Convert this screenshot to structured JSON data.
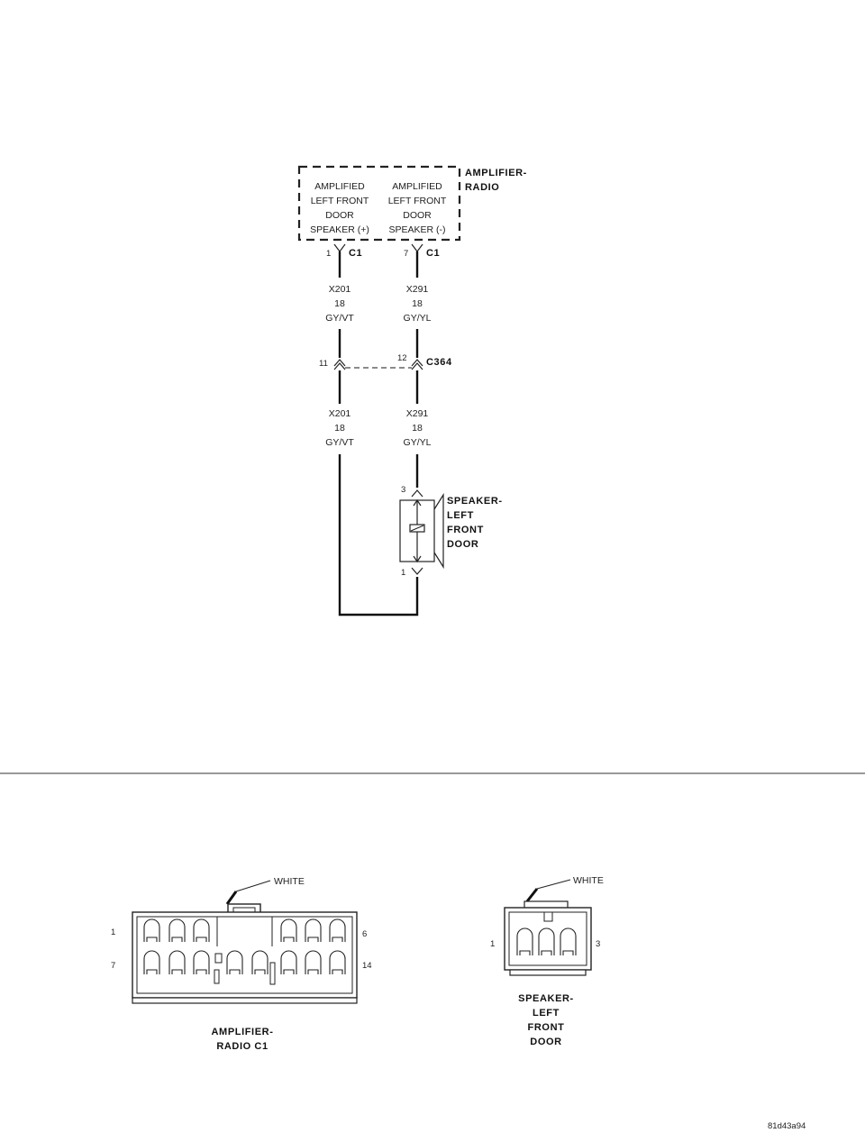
{
  "module": {
    "name_line1": "AMPLIFIER-",
    "name_line2": "RADIO",
    "circuit_left": [
      "AMPLIFIED",
      "LEFT FRONT",
      "DOOR",
      "SPEAKER (+)"
    ],
    "circuit_right": [
      "AMPLIFIED",
      "LEFT FRONT",
      "DOOR",
      "SPEAKER (-)"
    ]
  },
  "connectors": {
    "c1_left_pin": "1",
    "c1_left_name": "C1",
    "c1_right_pin": "7",
    "c1_right_name": "C1",
    "c364_left_pin": "11",
    "c364_right_pin": "12",
    "c364_name": "C364"
  },
  "wires": {
    "upper_left": [
      "X201",
      "18",
      "GY/VT"
    ],
    "upper_right": [
      "X291",
      "18",
      "GY/YL"
    ],
    "lower_left": [
      "X201",
      "18",
      "GY/VT"
    ],
    "lower_right": [
      "X291",
      "18",
      "GY/YL"
    ]
  },
  "speaker": {
    "pin_top": "3",
    "pin_bottom": "1",
    "name": [
      "SPEAKER-",
      "LEFT",
      "FRONT",
      "DOOR"
    ]
  },
  "connector_views": {
    "amp": {
      "color_label": "WHITE",
      "pin_top_left": "1",
      "pin_top_right": "6",
      "pin_bottom_left": "7",
      "pin_bottom_right": "14",
      "name_line1": "AMPLIFIER-",
      "name_line2": "RADIO C1"
    },
    "speaker": {
      "color_label": "WHITE",
      "pin_left": "1",
      "pin_right": "3",
      "name": [
        "SPEAKER-",
        "LEFT",
        "FRONT",
        "DOOR"
      ]
    }
  },
  "footer": {
    "code": "81d43a94"
  }
}
